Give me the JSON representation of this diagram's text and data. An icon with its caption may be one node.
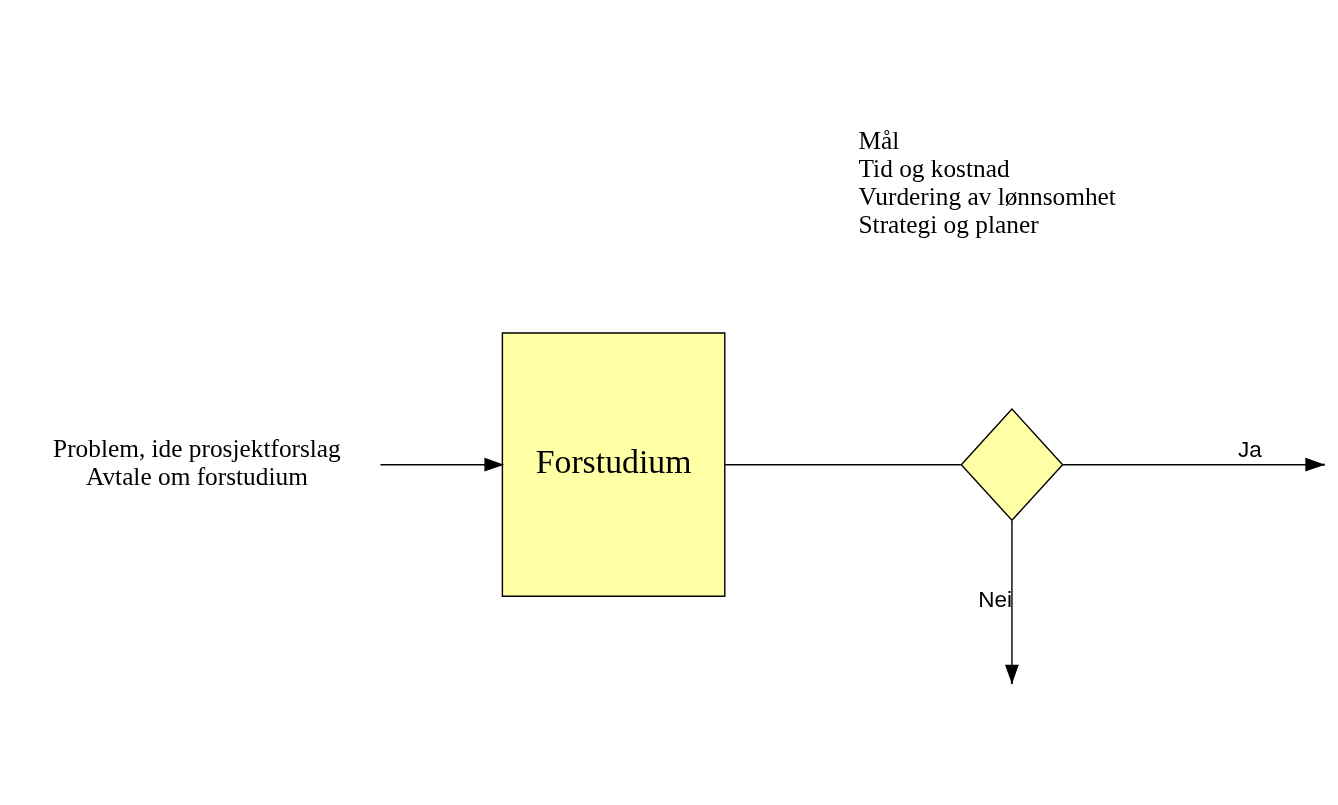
{
  "diagram": {
    "nodes": [
      {
        "text": [
          "Problem, ide prosjektforslag",
          "Avtale om forstudium"
        ]
      },
      {
        "text": [
          "Forstudium"
        ]
      },
      {
        "text": [],
        "shape": "diamond"
      }
    ],
    "edges": [
      {
        "from": 0,
        "to": 1,
        "arrow": "to"
      },
      {
        "from": 1,
        "to": 2,
        "arrow": "none"
      },
      {
        "from": 2,
        "to": null,
        "arrow": "to",
        "label": "Ja"
      },
      {
        "from": 2,
        "to": null,
        "arrow": "to",
        "label": "Nei"
      }
    ],
    "labels": [
      "Mål",
      "Tid og kostnad",
      "Vurdering av lønnsomhet",
      "Strategi og planer"
    ]
  }
}
